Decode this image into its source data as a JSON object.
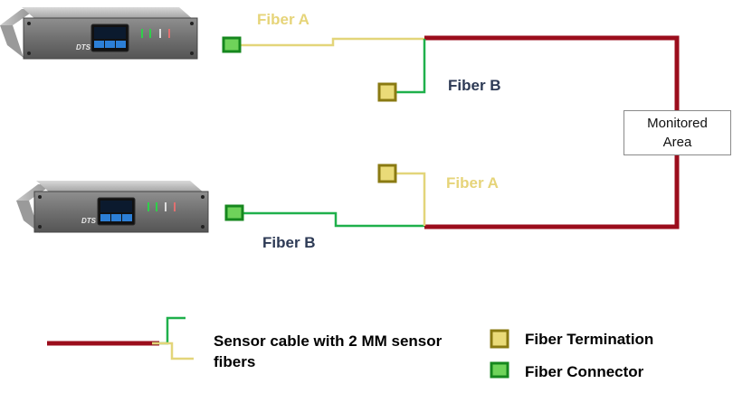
{
  "diagram": {
    "top_unit": {
      "brand": "DTS"
    },
    "bottom_unit": {
      "brand": "DTS"
    },
    "labels": {
      "top_fiber_a": "Fiber A",
      "top_fiber_b": "Fiber B",
      "bottom_fiber_a": "Fiber A",
      "bottom_fiber_b": "Fiber B"
    },
    "monitored_area": "Monitored Area"
  },
  "legend": {
    "sensor_cable": "Sensor cable with 2 MM sensor fibers",
    "fiber_termination": "Fiber Termination",
    "fiber_connector": "Fiber Connector"
  },
  "colors": {
    "sensor_cable": "#9b0d1c",
    "fiber_a": "#e3d57a",
    "fiber_b": "#1fb04b",
    "connector_border": "#16871e",
    "connector_fill": "#6fd35a",
    "termination_border": "#8a7a12",
    "termination_fill": "#eadb78"
  }
}
